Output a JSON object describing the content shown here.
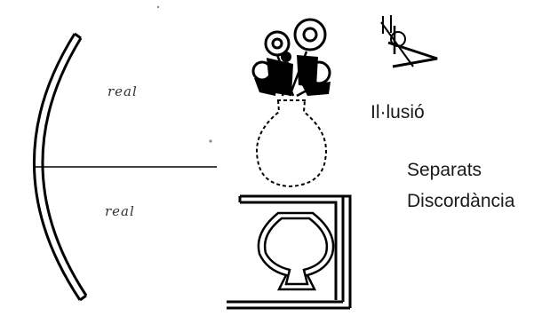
{
  "labels": {
    "real_top": "real",
    "real_bottom": "real",
    "illusion": "Il·lusió",
    "separated": "Separats",
    "discordance": "Discordància"
  },
  "colors": {
    "ink": "#000000",
    "text": "#1a1a1a",
    "handwriting": "#333333",
    "background": "#ffffff"
  }
}
